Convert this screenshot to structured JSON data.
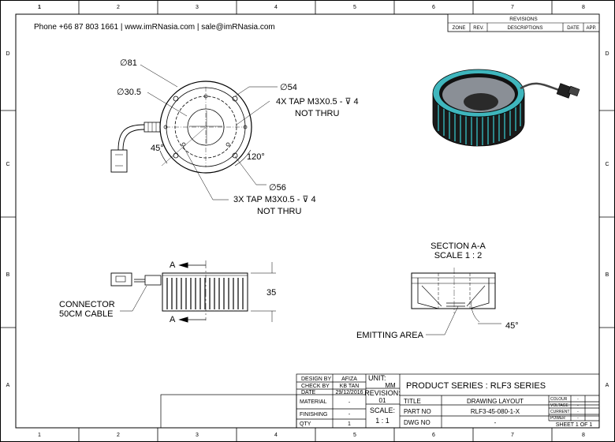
{
  "border": {
    "columns": [
      "1",
      "2",
      "3",
      "4",
      "5",
      "6",
      "7",
      "8"
    ],
    "rows": [
      "D",
      "C",
      "B",
      "A"
    ]
  },
  "header": {
    "contact": "Phone +66 87 803 1661 | www.imRNasia.com | sale@imRNasia.com"
  },
  "revisions": {
    "title": "REVISIONS",
    "columns": [
      "ZONE",
      "REV.",
      "DESCRIPTIONS",
      "DATE",
      "APP."
    ]
  },
  "top_view": {
    "dim_d81": "∅81",
    "dim_d30_5": "∅30.5",
    "dim_d54": "∅54",
    "tap4_line1": "4X TAP M3X0.5 - ⊽ 4",
    "tap4_line2": "NOT THRU",
    "angle_45": "45°",
    "angle_120": "120°",
    "dim_d56": "∅56",
    "tap3_line1": "3X TAP M3X0.5 - ⊽ 4",
    "tap3_line2": "NOT THRU"
  },
  "side_view": {
    "section_mark_top": "A",
    "section_mark_bottom": "A",
    "dim_height": "35",
    "connector_line1": "CONNECTOR",
    "connector_line2": "50CM CABLE"
  },
  "section_view": {
    "title_line1": "SECTION A-A",
    "title_line2": "SCALE 1 : 2",
    "emitting_area": "EMITTING AREA",
    "angle": "45°"
  },
  "title_block": {
    "design_by_label": "DESIGN BY",
    "design_by": "AFIZA",
    "check_by_label": "CHECK BY",
    "check_by": "KB TAN",
    "date_label": "DATE",
    "date": "29/12/2016",
    "material_label": "MATERIAL",
    "material": "-",
    "finishing_label": "FINISHING",
    "finishing": "-",
    "qty_label": "QTY",
    "qty": "1",
    "unit_label": "UNIT:",
    "unit": "MM",
    "revision_label": "REVISION:",
    "revision": "01",
    "scale_label": "SCALE:",
    "scale": "1 : 1",
    "product_series": "PRODUCT SERIES : RLF3 SERIES",
    "title_label": "TITLE",
    "title": "DRAWING LAYOUT",
    "part_no_label": "PART NO",
    "part_no": "RLF3-45-080-1-X",
    "dwg_no_label": "DWG NO",
    "dwg_no": "-",
    "colour_label": "COLOUR",
    "colour": "-",
    "voltage_label": "VOLTAGE",
    "voltage": "-",
    "current_label": "CURRENT",
    "current": "-",
    "power_label": "POWER",
    "power": "-",
    "sheet": "SHEET 1 OF 1"
  }
}
